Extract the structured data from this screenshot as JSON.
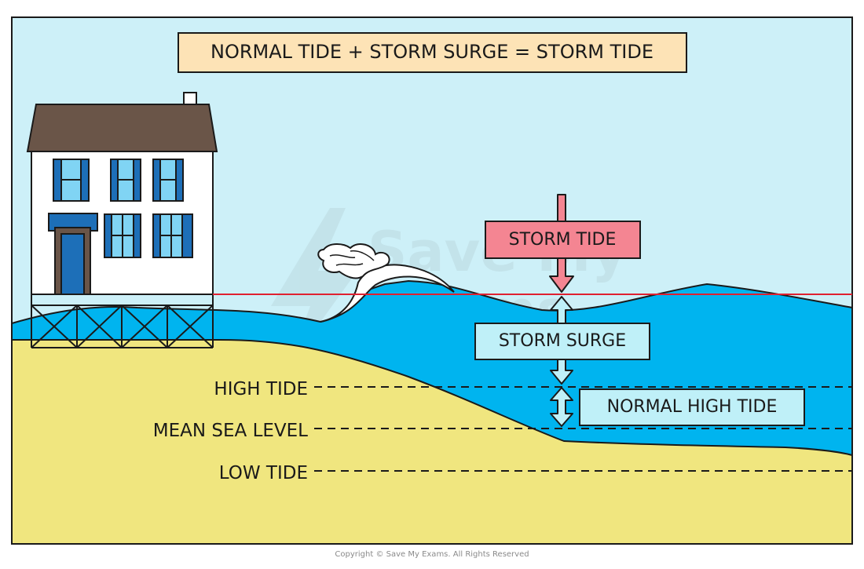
{
  "title": "NORMAL TIDE + STORM SURGE = STORM TIDE",
  "boxes": {
    "storm_tide": "STORM TIDE",
    "storm_surge": "STORM SURGE",
    "normal_high_tide": "NORMAL HIGH TIDE"
  },
  "levels": {
    "high_tide": "HIGH TIDE",
    "mean_sea_level": "MEAN SEA LEVEL",
    "low_tide": "LOW TIDE"
  },
  "watermark": {
    "line1": "Save My",
    "line2": "Exams"
  },
  "copyright": "Copyright © Save My Exams. All Rights Reserved",
  "colors": {
    "sky": "#cdf0f8",
    "sea": "#00b4ef",
    "sand": "#f0e67f",
    "storm_tide_box": "#f48592",
    "surge_box": "#bff0f8",
    "title_box": "#fde3b6",
    "roof": "#6a5548",
    "window": "#80d4f4",
    "shutter": "#1d6fb8",
    "storm_line": "#e02030"
  }
}
